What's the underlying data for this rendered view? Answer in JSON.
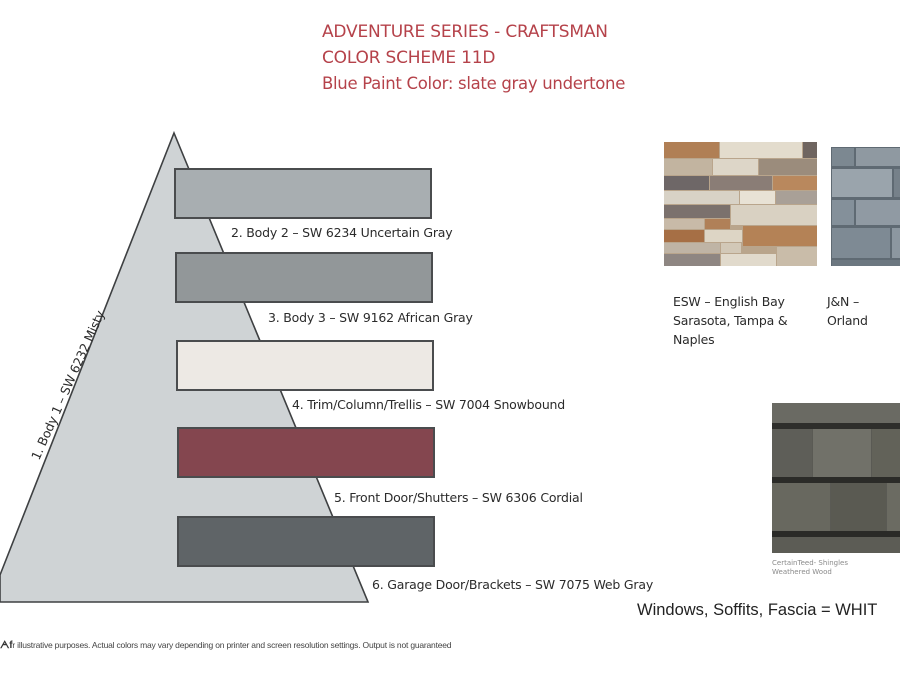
{
  "header": {
    "line1": "ADVENTURE SERIES - CRAFTSMAN",
    "line2": "COLOR SCHEME 11D",
    "line3": "Blue Paint Color: slate gray undertone",
    "color": "#b5424a"
  },
  "pyramid": {
    "body1_label": "1. Body 1 – SW 6232 Misty",
    "body1_color": "#cfd3d5",
    "swatches": [
      {
        "label": "2. Body 2 – SW 6234 Uncertain Gray",
        "color": "#a8aeb1"
      },
      {
        "label": "3. Body 3 – SW 9162 African Gray",
        "color": "#929799"
      },
      {
        "label": "4. Trim/Column/Trellis – SW 7004 Snowbound",
        "color": "#ede9e4"
      },
      {
        "label": "5. Front Door/Shutters – SW 6306 Cordial",
        "color": "#84464f"
      },
      {
        "label": "6. Garage Door/Brackets – SW 7075 Web Gray",
        "color": "#5f6467"
      }
    ]
  },
  "materials": {
    "stone1": {
      "caption_line1": "ESW – English Bay",
      "caption_line2": "Sarasota, Tampa &",
      "caption_line3": "Naples"
    },
    "stone2": {
      "caption_line1": "J&N –",
      "caption_line2": "Orland"
    },
    "shingles": {
      "caption_line1": "CertainTeed- Shingles",
      "caption_line2": "Weathered Wood"
    }
  },
  "footer": {
    "windows_note": "Windows, Soffits, Fascia = WHIT",
    "disclaimer_mark": "ᗅf",
    "disclaimer": "r illustrative purposes. Actual colors may vary depending on printer and screen resolution settings. Output is not guaranteed"
  }
}
